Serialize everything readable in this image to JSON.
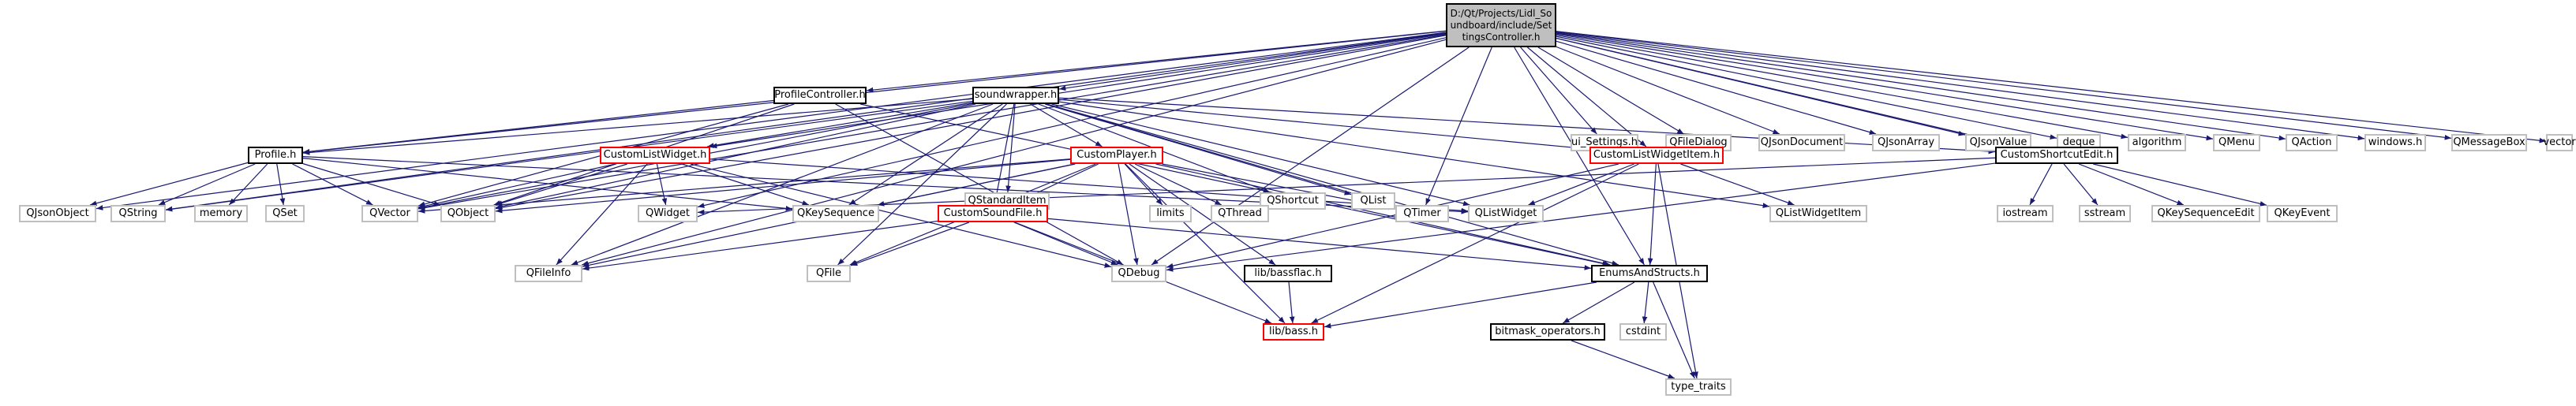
{
  "root": {
    "id": "settings",
    "label": "D:/Qt/Projects/Lidl_Soundboard/include/SettingsController.h"
  },
  "nodes": [
    {
      "id": "settings",
      "label": "D:/Qt/Projects/Lidl_Soundboard/include/SettingsController.h",
      "style": "root"
    },
    {
      "id": "profilectl",
      "label": "ProfileController.h",
      "style": "doc"
    },
    {
      "id": "soundwrapper",
      "label": "soundwrapper.h",
      "style": "doc"
    },
    {
      "id": "ui_settings",
      "label": "ui_Settings.h",
      "style": "ext"
    },
    {
      "id": "qfiledialog",
      "label": "QFileDialog",
      "style": "ext"
    },
    {
      "id": "qjsondocument",
      "label": "QJsonDocument",
      "style": "ext"
    },
    {
      "id": "qjsonarray",
      "label": "QJsonArray",
      "style": "ext"
    },
    {
      "id": "qjsonvalue",
      "label": "QJsonValue",
      "style": "ext"
    },
    {
      "id": "deque",
      "label": "deque",
      "style": "ext"
    },
    {
      "id": "algorithm",
      "label": "algorithm",
      "style": "ext"
    },
    {
      "id": "qmenu",
      "label": "QMenu",
      "style": "ext"
    },
    {
      "id": "qaction",
      "label": "QAction",
      "style": "ext"
    },
    {
      "id": "windows",
      "label": "windows.h",
      "style": "ext"
    },
    {
      "id": "qmessagebox",
      "label": "QMessageBox",
      "style": "ext"
    },
    {
      "id": "vector",
      "label": "vector",
      "style": "ext"
    },
    {
      "id": "profile",
      "label": "Profile.h",
      "style": "doc"
    },
    {
      "id": "customlistwidget",
      "label": "CustomListWidget.h",
      "style": "red"
    },
    {
      "id": "qstandarditem",
      "label": "QStandardItem",
      "style": "ext"
    },
    {
      "id": "customplayer",
      "label": "CustomPlayer.h",
      "style": "red"
    },
    {
      "id": "qshortcut",
      "label": "QShortcut",
      "style": "ext"
    },
    {
      "id": "qlist",
      "label": "QList",
      "style": "ext"
    },
    {
      "id": "customlistwidgetitem",
      "label": "CustomListWidgetItem.h",
      "style": "red"
    },
    {
      "id": "customshortcutedit",
      "label": "CustomShortcutEdit.h",
      "style": "doc"
    },
    {
      "id": "qjsonobject",
      "label": "QJsonObject",
      "style": "ext"
    },
    {
      "id": "qstring",
      "label": "QString",
      "style": "ext"
    },
    {
      "id": "memory",
      "label": "memory",
      "style": "ext"
    },
    {
      "id": "qset",
      "label": "QSet",
      "style": "ext"
    },
    {
      "id": "qvector",
      "label": "QVector",
      "style": "ext"
    },
    {
      "id": "qobject",
      "label": "QObject",
      "style": "ext"
    },
    {
      "id": "qwidget",
      "label": "QWidget",
      "style": "ext"
    },
    {
      "id": "qkeysequence",
      "label": "QKeySequence",
      "style": "ext"
    },
    {
      "id": "limits",
      "label": "limits",
      "style": "ext"
    },
    {
      "id": "qthread",
      "label": "QThread",
      "style": "ext"
    },
    {
      "id": "qtimer",
      "label": "QTimer",
      "style": "ext"
    },
    {
      "id": "qlistwidget",
      "label": "QListWidget",
      "style": "ext"
    },
    {
      "id": "qlistwidgetitem",
      "label": "QListWidgetItem",
      "style": "ext"
    },
    {
      "id": "iostream",
      "label": "iostream",
      "style": "ext"
    },
    {
      "id": "sstream",
      "label": "sstream",
      "style": "ext"
    },
    {
      "id": "qkeysequenceedit",
      "label": "QKeySequenceEdit",
      "style": "ext"
    },
    {
      "id": "qkeyevent",
      "label": "QKeyEvent",
      "style": "ext"
    },
    {
      "id": "customsoundfile",
      "label": "CustomSoundFile.h",
      "style": "red"
    },
    {
      "id": "libbassflac",
      "label": "lib/bassflac.h",
      "style": "doc"
    },
    {
      "id": "enumsandstructs",
      "label": "EnumsAndStructs.h",
      "style": "doc"
    },
    {
      "id": "qfileinfo",
      "label": "QFileInfo",
      "style": "ext"
    },
    {
      "id": "qfile",
      "label": "QFile",
      "style": "ext"
    },
    {
      "id": "qdebug",
      "label": "QDebug",
      "style": "ext"
    },
    {
      "id": "libbass",
      "label": "lib/bass.h",
      "style": "red"
    },
    {
      "id": "bitmask",
      "label": "bitmask_operators.h",
      "style": "doc"
    },
    {
      "id": "cstdint",
      "label": "cstdint",
      "style": "ext"
    },
    {
      "id": "type_traits",
      "label": "type_traits",
      "style": "ext"
    }
  ],
  "edges": [
    [
      "settings",
      "profilectl"
    ],
    [
      "settings",
      "soundwrapper"
    ],
    [
      "settings",
      "ui_settings"
    ],
    [
      "settings",
      "qfiledialog"
    ],
    [
      "settings",
      "qjsondocument"
    ],
    [
      "settings",
      "qjsonarray"
    ],
    [
      "settings",
      "qjsonvalue"
    ],
    [
      "settings",
      "deque"
    ],
    [
      "settings",
      "algorithm"
    ],
    [
      "settings",
      "qmenu"
    ],
    [
      "settings",
      "qaction"
    ],
    [
      "settings",
      "windows"
    ],
    [
      "settings",
      "qmessagebox"
    ],
    [
      "settings",
      "vector"
    ],
    [
      "settings",
      "profile"
    ],
    [
      "settings",
      "customlistwidget"
    ],
    [
      "settings",
      "customlistwidgetitem"
    ],
    [
      "settings",
      "customshortcutedit"
    ],
    [
      "settings",
      "qjsonobject"
    ],
    [
      "settings",
      "qstring"
    ],
    [
      "settings",
      "qvector"
    ],
    [
      "settings",
      "qobject"
    ],
    [
      "settings",
      "qwidget"
    ],
    [
      "settings",
      "qtimer"
    ],
    [
      "settings",
      "qfileinfo"
    ],
    [
      "settings",
      "qdebug"
    ],
    [
      "settings",
      "enumsandstructs"
    ],
    [
      "profilectl",
      "profile"
    ],
    [
      "profilectl",
      "qobject"
    ],
    [
      "profilectl",
      "qvector"
    ],
    [
      "profilectl",
      "qdebug"
    ],
    [
      "profilectl",
      "enumsandstructs"
    ],
    [
      "soundwrapper",
      "profile"
    ],
    [
      "soundwrapper",
      "customlistwidget"
    ],
    [
      "soundwrapper",
      "qstandarditem"
    ],
    [
      "soundwrapper",
      "customplayer"
    ],
    [
      "soundwrapper",
      "qshortcut"
    ],
    [
      "soundwrapper",
      "qlist"
    ],
    [
      "soundwrapper",
      "customlistwidgetitem"
    ],
    [
      "soundwrapper",
      "customshortcutedit"
    ],
    [
      "soundwrapper",
      "qstring"
    ],
    [
      "soundwrapper",
      "qvector"
    ],
    [
      "soundwrapper",
      "qobject"
    ],
    [
      "soundwrapper",
      "qkeysequence"
    ],
    [
      "soundwrapper",
      "customsoundfile"
    ],
    [
      "soundwrapper",
      "qfileinfo"
    ],
    [
      "soundwrapper",
      "qfile"
    ],
    [
      "soundwrapper",
      "qtimer"
    ],
    [
      "soundwrapper",
      "qlistwidgetitem"
    ],
    [
      "soundwrapper",
      "enumsandstructs"
    ],
    [
      "soundwrapper",
      "qlistwidget"
    ],
    [
      "profile",
      "qjsonobject"
    ],
    [
      "profile",
      "qstring"
    ],
    [
      "profile",
      "memory"
    ],
    [
      "profile",
      "qset"
    ],
    [
      "profile",
      "qvector"
    ],
    [
      "profile",
      "qobject"
    ],
    [
      "profile",
      "qkeysequence"
    ],
    [
      "profile",
      "qlistwidget"
    ],
    [
      "customlistwidget",
      "qvector"
    ],
    [
      "customlistwidget",
      "qobject"
    ],
    [
      "customlistwidget",
      "qwidget"
    ],
    [
      "customlistwidget",
      "qfileinfo"
    ],
    [
      "customlistwidget",
      "qdebug"
    ],
    [
      "customlistwidget",
      "qkeysequence"
    ],
    [
      "customlistwidget",
      "qlistwidget"
    ],
    [
      "customplayer",
      "qvector"
    ],
    [
      "customplayer",
      "qobject"
    ],
    [
      "customplayer",
      "qkeysequence"
    ],
    [
      "customplayer",
      "limits"
    ],
    [
      "customplayer",
      "qthread"
    ],
    [
      "customplayer",
      "qtimer"
    ],
    [
      "customplayer",
      "customsoundfile"
    ],
    [
      "customplayer",
      "qfile"
    ],
    [
      "customplayer",
      "qdebug"
    ],
    [
      "customplayer",
      "libbassflac"
    ],
    [
      "customplayer",
      "libbass"
    ],
    [
      "customplayer",
      "enumsandstructs"
    ],
    [
      "customplayer",
      "qfileinfo"
    ],
    [
      "customlistwidgetitem",
      "qlistwidget"
    ],
    [
      "customlistwidgetitem",
      "qlistwidgetitem"
    ],
    [
      "customlistwidgetitem",
      "enumsandstructs"
    ],
    [
      "customlistwidgetitem",
      "qdebug"
    ],
    [
      "customlistwidgetitem",
      "libbass"
    ],
    [
      "customlistwidgetitem",
      "type_traits"
    ],
    [
      "customshortcutedit",
      "iostream"
    ],
    [
      "customshortcutedit",
      "sstream"
    ],
    [
      "customshortcutedit",
      "qkeysequenceedit"
    ],
    [
      "customshortcutedit",
      "qkeyevent"
    ],
    [
      "customshortcutedit",
      "qwidget"
    ],
    [
      "customshortcutedit",
      "qdebug"
    ],
    [
      "customsoundfile",
      "qfileinfo"
    ],
    [
      "customsoundfile",
      "qfile"
    ],
    [
      "customsoundfile",
      "qdebug"
    ],
    [
      "customsoundfile",
      "libbass"
    ],
    [
      "customsoundfile",
      "enumsandstructs"
    ],
    [
      "libbassflac",
      "libbass"
    ],
    [
      "enumsandstructs",
      "libbass"
    ],
    [
      "enumsandstructs",
      "bitmask"
    ],
    [
      "enumsandstructs",
      "cstdint"
    ],
    [
      "enumsandstructs",
      "type_traits"
    ],
    [
      "bitmask",
      "type_traits"
    ]
  ],
  "colors": {
    "edge": "#191970",
    "ext_border": "#bfbfbf",
    "red_border": "#ff0000",
    "root_fill": "#bfbfbf"
  }
}
